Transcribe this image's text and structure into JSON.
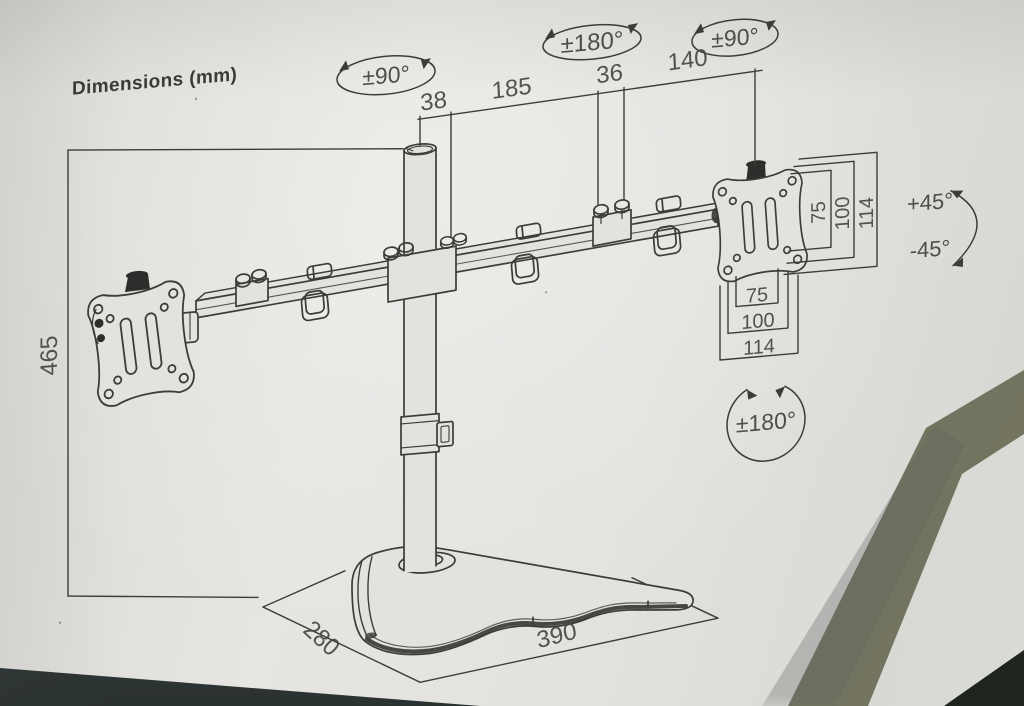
{
  "page": {
    "title": "Dimensions (mm)"
  },
  "badges": {
    "pole_swivel": "±90°",
    "arm_rotation": "±180°",
    "head_swivel": "±90°",
    "tilt_up": "+45°",
    "tilt_down": "-45°",
    "head_rotation": "±180°"
  },
  "dims": {
    "top_chain": [
      "38",
      "185",
      "36",
      "140"
    ],
    "height": "465",
    "vesa_side": [
      "75",
      "100",
      "114"
    ],
    "vesa_bottom": [
      "75",
      "100",
      "114"
    ],
    "base_depth": "280",
    "base_width": "390"
  },
  "colors": {
    "paper": "#e3e2de",
    "line": "#3d3c3a",
    "backdrop_olive": "#70715e",
    "backdrop_box": "#d5d6d2",
    "table_dark": "#2b3232"
  }
}
